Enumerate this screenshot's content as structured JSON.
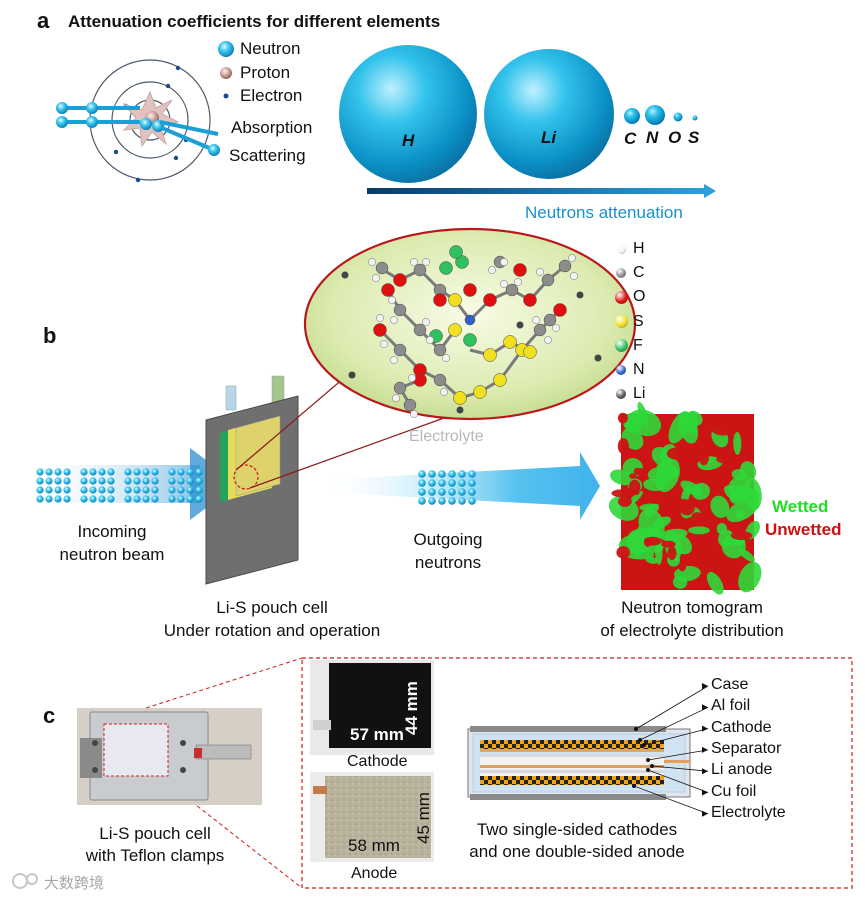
{
  "panel_a": {
    "letter": "a",
    "title": "Attenuation coefficients for different elements",
    "legend": [
      "Neutron",
      "Proton",
      "Electron"
    ],
    "interactions": [
      "Absorption",
      "Scattering"
    ],
    "elements_large": [
      "H",
      "Li"
    ],
    "elements_small": [
      "C",
      "N",
      "O",
      "S"
    ],
    "arrow_label": "Neutrons attenuation"
  },
  "panel_b": {
    "letter": "b",
    "element_legend": [
      "H",
      "C",
      "O",
      "S",
      "F",
      "N",
      "Li"
    ],
    "element_colors": {
      "H": "#f0f0f0",
      "C": "#8c8c8c",
      "O": "#e01010",
      "S": "#f0e020",
      "F": "#30c060",
      "N": "#3060d0",
      "Li": "#555555"
    },
    "electrolyte_label": "Electrolyte",
    "incoming_label": "Incoming neutron beam",
    "outgoing_label": "Outgoing neutrons",
    "cell_label_1": "Li-S pouch cell",
    "cell_label_2": "Under rotation and operation",
    "tomogram_label_1": "Neutron tomogram",
    "tomogram_label_2": "of electrolyte distribution",
    "wetted_label": "Wetted",
    "unwetted_label": "Unwetted",
    "wetted_color": "#22dd22",
    "unwetted_color": "#cc1111"
  },
  "panel_c": {
    "letter": "c",
    "pouch_label_1": "Li-S pouch cell",
    "pouch_label_2": "with Teflon clamps",
    "cathode_width": "57 mm",
    "cathode_height": "44 mm",
    "cathode_label": "Cathode",
    "anode_width": "58 mm",
    "anode_height": "45 mm",
    "anode_label": "Anode",
    "layers": [
      "Case",
      "Al foil",
      "Cathode",
      "Separator",
      "Li anode",
      "Cu foil",
      "Electrolyte"
    ],
    "structure_caption_1": "Two single-sided cathodes",
    "structure_caption_2": "and one double-sided anode"
  },
  "watermark": "大数跨境"
}
